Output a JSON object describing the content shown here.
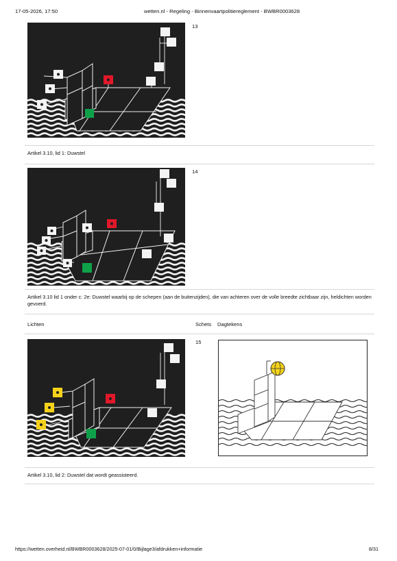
{
  "header": {
    "datetime": "17-05-2026, 17:50",
    "title": "wetten.nl - Regeling - Binnenvaartpolitiereglement - BWBR0003628"
  },
  "figures": [
    {
      "number": "13",
      "caption": "Artikel 3.10, lid 1: Duwstel"
    },
    {
      "number": "14",
      "caption": "Artikel 3.10 lid 1 onder c: 2e: Duwstel waarbij op de schepen (aan de buitenzijden), die van achteren over de volle breedte zichtbaar zijn, heldichten worden gevoerd."
    },
    {
      "number": "15",
      "caption": "Artikel 3.10, lid 2: Duwstel dat wordt geassisteerd."
    }
  ],
  "table_headers": {
    "lights": "Lichten",
    "sketch": "Schets",
    "day_marks": "Dagtekens"
  },
  "colors": {
    "red": "#e0182a",
    "green": "#0fa14a",
    "yellow": "#f4d21a",
    "white": "#f4f4f4",
    "night": "#1f1f1f"
  },
  "footer": {
    "url": "https://wetten.overheid.nl/BWBR0003628/2025-07-01/0/Bijlage3/afdrukken+informatie",
    "page": "8/31"
  }
}
